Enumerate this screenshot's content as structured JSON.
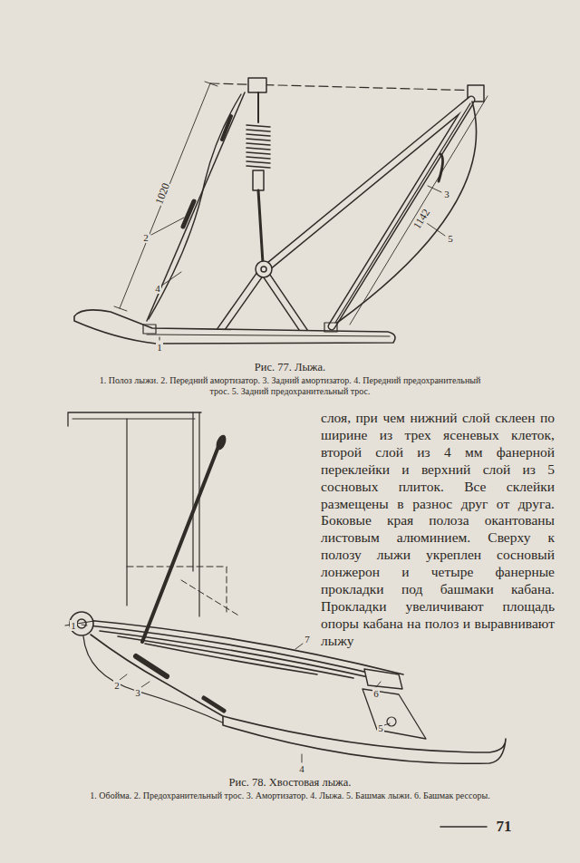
{
  "diagram": {
    "labels": [
      "1020",
      "1142",
      "2",
      "4",
      "3",
      "5",
      "1",
      "Рис. 77. Лыжа.",
      "1. Полоз лыжи. 2. Передний амортизатор. 3. Задний амортизатор. 4. Передний предохранительный трос. 5. Задний предохранительный трос.",
      "слоя, при чем нижний слой склеен по ширине из трех ясеневых клеток, второй слой из 4 мм фанерной переклейки и верхний слой из 5 сосновых плиток. Все склейки размещены в разнос друг от друга. Боковые края полоза окантованы листовым алюминием. Сверху к полозу лыжи укреплен сосновый лонжерон и четыре фанерные прокладки под башмаки кабана. Прокладки увеличивают площадь опоры кабана на полоз и выравнивают лыжу",
      "1",
      "2",
      "3",
      "7",
      "6",
      "5",
      "4",
      "Рис. 78. Хвостовая лыжа.",
      "1. Обойма. 2. Предохранительный трос. 3. Амортизатор. 4. Лыжа. 5. Башмак лыжи. 6. Башмак рессоры.",
      "71"
    ]
  }
}
